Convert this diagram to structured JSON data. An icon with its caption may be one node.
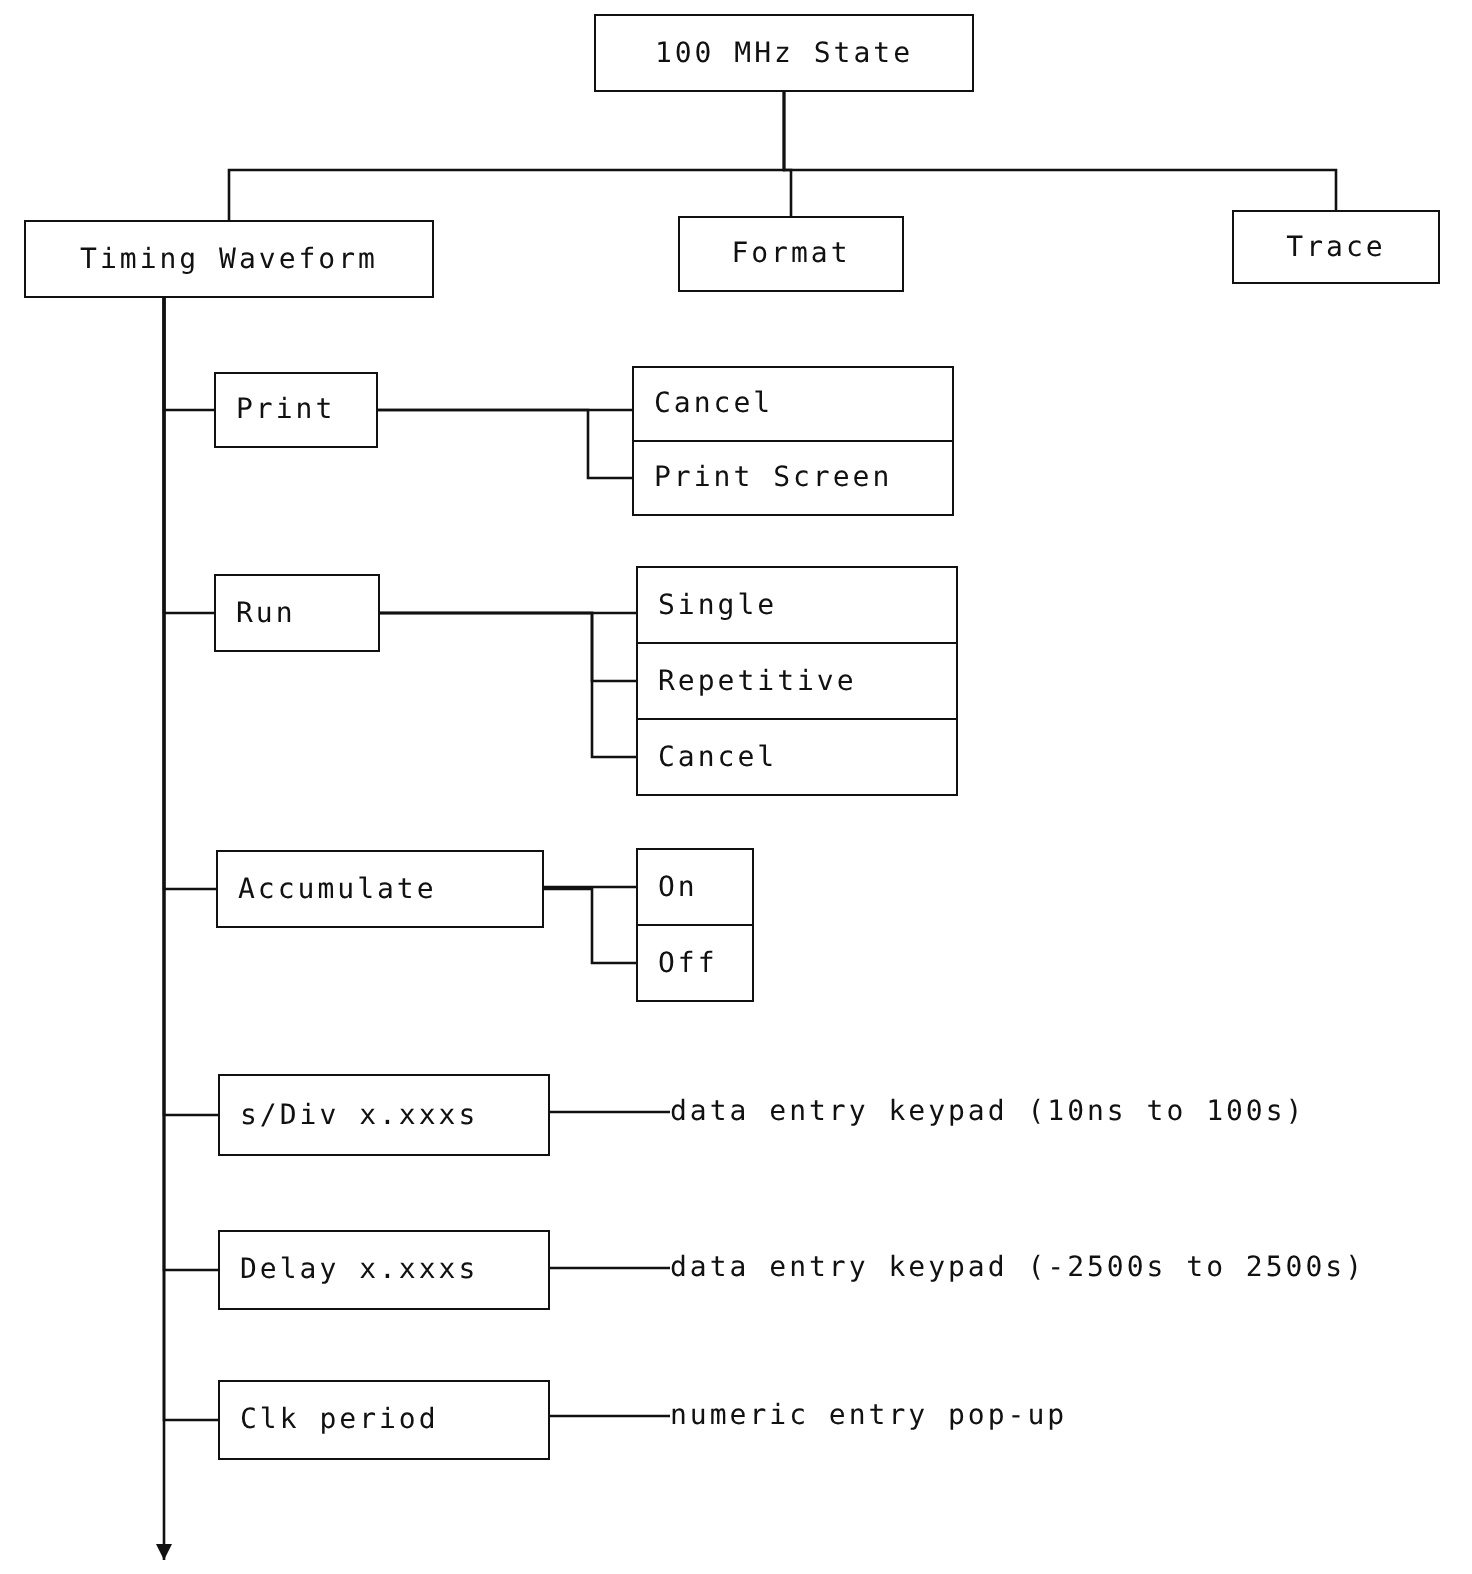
{
  "diagram": {
    "nodes": [
      {
        "text": [
          "100 MHz State"
        ]
      },
      {
        "text": [
          "Timing Waveform"
        ]
      },
      {
        "text": [
          "Format"
        ]
      },
      {
        "text": [
          "Trace"
        ]
      },
      {
        "text": [
          "Print"
        ]
      },
      {
        "text": [
          "Cancel"
        ]
      },
      {
        "text": [
          "Print Screen"
        ]
      },
      {
        "text": [
          "Run"
        ]
      },
      {
        "text": [
          "Single"
        ]
      },
      {
        "text": [
          "Repetitive"
        ]
      },
      {
        "text": [
          "Cancel"
        ]
      },
      {
        "text": [
          "Accumulate"
        ]
      },
      {
        "text": [
          "On"
        ]
      },
      {
        "text": [
          "Off"
        ]
      },
      {
        "text": [
          "s/Div x.xxxs"
        ]
      },
      {
        "text": [
          "data entry keypad (10ns to 100s)"
        ]
      },
      {
        "text": [
          "Delay x.xxxs"
        ]
      },
      {
        "text": [
          "data entry keypad (-2500s to 2500s)"
        ]
      },
      {
        "text": [
          "Clk period"
        ]
      },
      {
        "text": [
          "numeric entry pop-up"
        ]
      }
    ],
    "edges": [
      {
        "from": 0,
        "to": 1,
        "arrow": "none"
      },
      {
        "from": 0,
        "to": 2,
        "arrow": "none"
      },
      {
        "from": 0,
        "to": 3,
        "arrow": "none"
      },
      {
        "from": 1,
        "to": 4,
        "arrow": "none"
      },
      {
        "from": 4,
        "to": 5,
        "arrow": "none"
      },
      {
        "from": 4,
        "to": 6,
        "arrow": "none"
      },
      {
        "from": 1,
        "to": 7,
        "arrow": "none"
      },
      {
        "from": 7,
        "to": 8,
        "arrow": "none"
      },
      {
        "from": 7,
        "to": 9,
        "arrow": "none"
      },
      {
        "from": 7,
        "to": 10,
        "arrow": "none"
      },
      {
        "from": 1,
        "to": 11,
        "arrow": "none"
      },
      {
        "from": 11,
        "to": 12,
        "arrow": "none"
      },
      {
        "from": 11,
        "to": 13,
        "arrow": "none"
      },
      {
        "from": 1,
        "to": 14,
        "arrow": "none"
      },
      {
        "from": 14,
        "to": 15,
        "arrow": "none"
      },
      {
        "from": 1,
        "to": 16,
        "arrow": "none"
      },
      {
        "from": 16,
        "to": 17,
        "arrow": "none"
      },
      {
        "from": 1,
        "to": 18,
        "arrow": "none"
      },
      {
        "from": 18,
        "to": 19,
        "arrow": "none"
      },
      {
        "from": 1,
        "to": null,
        "arrow": "to"
      }
    ]
  }
}
